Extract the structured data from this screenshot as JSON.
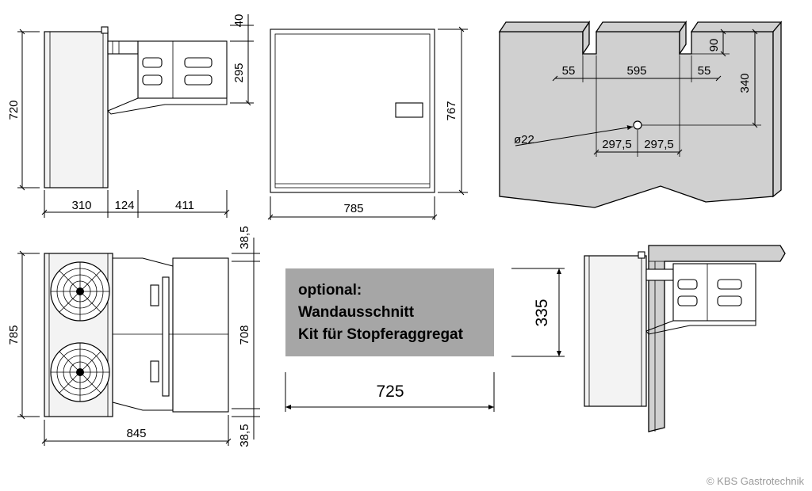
{
  "side_view": {
    "height_label": "720",
    "depth_segments": [
      "310",
      "124",
      "411"
    ],
    "top_offset_label": "40",
    "upper_height_label": "295"
  },
  "front_view": {
    "width_label": "785",
    "height_label": "767"
  },
  "wall_cutout": {
    "slot_left_label": "55",
    "center_width_label": "595",
    "slot_right_label": "55",
    "slot_depth_label": "90",
    "hole_height_label": "340",
    "hole_diameter_label": "ø22",
    "hole_left_label": "297,5",
    "hole_right_label": "297,5"
  },
  "top_view": {
    "depth_label": "785",
    "total_width_label": "845",
    "inner_depth_label": "708",
    "top_margin_label": "38,5",
    "bottom_margin_label": "38,5"
  },
  "optional_box": {
    "line1": "optional:",
    "line2": "Wandausschnitt",
    "line3": "Kit für Stopferaggregat",
    "color": "#a6a6a6"
  },
  "kit_dimensions": {
    "width_label": "725",
    "height_label": "335"
  },
  "copyright": "© KBS Gastrotechnik"
}
